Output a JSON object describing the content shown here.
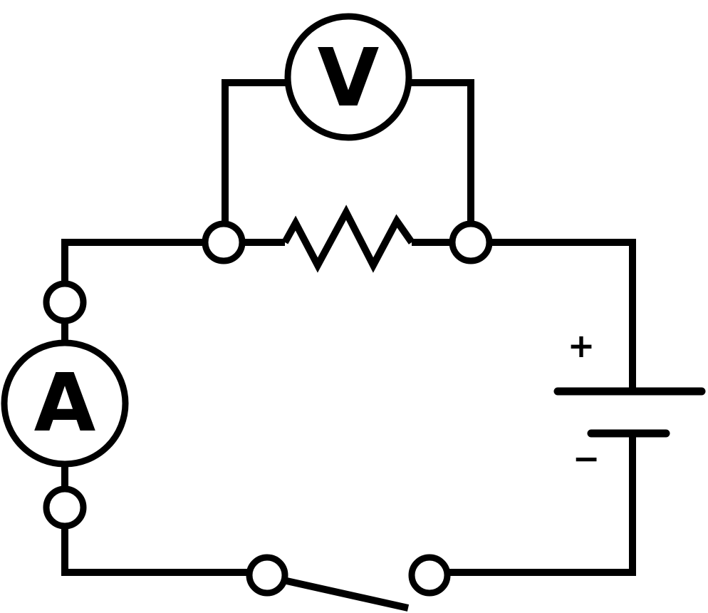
{
  "diagram": {
    "type": "circuit-schematic",
    "components": {
      "voltmeter": {
        "label": "V",
        "connection": "parallel across resistor"
      },
      "ammeter": {
        "label": "A",
        "connection": "series, left branch"
      },
      "resistor": {
        "label": "",
        "connection": "series, top branch"
      },
      "battery": {
        "positive_label": "+",
        "negative_label": "−",
        "connection": "series, right branch"
      },
      "switch": {
        "state": "open",
        "connection": "series, bottom branch"
      }
    },
    "colors": {
      "stroke": "#000000",
      "background": "#ffffff"
    }
  }
}
